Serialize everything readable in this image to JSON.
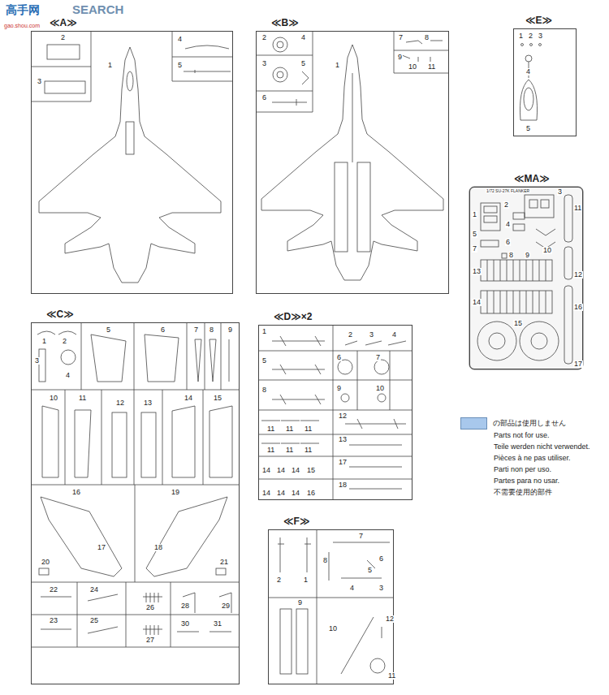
{
  "diagram": {
    "nodes": [
      {
        "text": [
          "≪A≫"
        ]
      },
      {
        "text": [
          "≪B≫"
        ]
      },
      {
        "text": [
          "≪E≫"
        ]
      },
      {
        "text": [
          "≪MA≫"
        ]
      },
      {
        "text": [
          "≪C≫"
        ]
      },
      {
        "text": [
          "≪D≫×2"
        ]
      },
      {
        "text": [
          "≪F≫"
        ]
      }
    ],
    "labels": [
      "SEARCH",
      "gao.shou.com",
      "高手网",
      "2",
      "1",
      "3",
      "4",
      "5",
      "2",
      "4",
      "3",
      "5",
      "6",
      "1",
      "7",
      "8",
      "9",
      "10",
      "11",
      "1",
      "2",
      "3",
      "4",
      "5",
      "1",
      "2",
      "3",
      "4",
      "5",
      "6",
      "7",
      "8",
      "9",
      "10",
      "11",
      "12",
      "13",
      "14",
      "15",
      "16",
      "17",
      "19",
      "18",
      "20",
      "21",
      "22",
      "23",
      "24",
      "25",
      "26",
      "27",
      "28",
      "29",
      "30",
      "31",
      "1",
      "2",
      "3",
      "4",
      "5",
      "6",
      "7",
      "8",
      "9",
      "10",
      "11",
      "11",
      "11",
      "12",
      "11",
      "11",
      "11",
      "13",
      "14",
      "14",
      "14",
      "15",
      "17",
      "14",
      "14",
      "14",
      "16",
      "18",
      "2",
      "1",
      "7",
      "8",
      "6",
      "5",
      "4",
      "3",
      "9",
      "10",
      "12",
      "11",
      "1/72 SU-27K FLANKER",
      "1",
      "2",
      "3",
      "4",
      "5",
      "6",
      "7",
      "8",
      "9",
      "10",
      "11",
      "12",
      "13",
      "14",
      "15",
      "16",
      "17",
      "Parts not for use.",
      "Teile werden nicht verwendet.",
      "Pièces à ne pas utiliser.",
      "Parti non per uso.",
      "Partes para no usar.",
      "不需要使用的部件"
    ],
    "legend": [
      {
        "text": "の部品は使用しません",
        "color": "#a8c8ec"
      }
    ]
  }
}
